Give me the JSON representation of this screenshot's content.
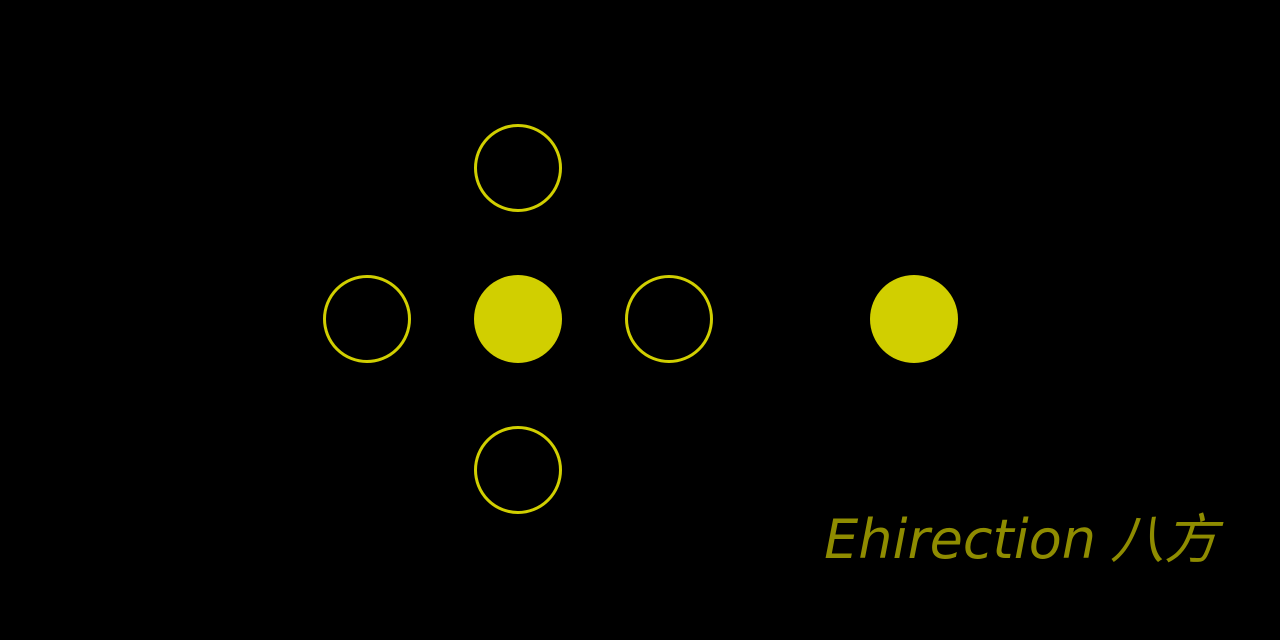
{
  "colors": {
    "background": "#000000",
    "dot": "#d1cf00",
    "caption": "#8f8c00"
  },
  "dots": [
    {
      "role": "top",
      "style": "outline"
    },
    {
      "role": "left",
      "style": "outline"
    },
    {
      "role": "center",
      "style": "filled"
    },
    {
      "role": "right",
      "style": "outline"
    },
    {
      "role": "bottom",
      "style": "outline"
    },
    {
      "role": "far",
      "style": "filled"
    }
  ],
  "caption": {
    "latin": "Ehirection",
    "cjk": "八方"
  }
}
